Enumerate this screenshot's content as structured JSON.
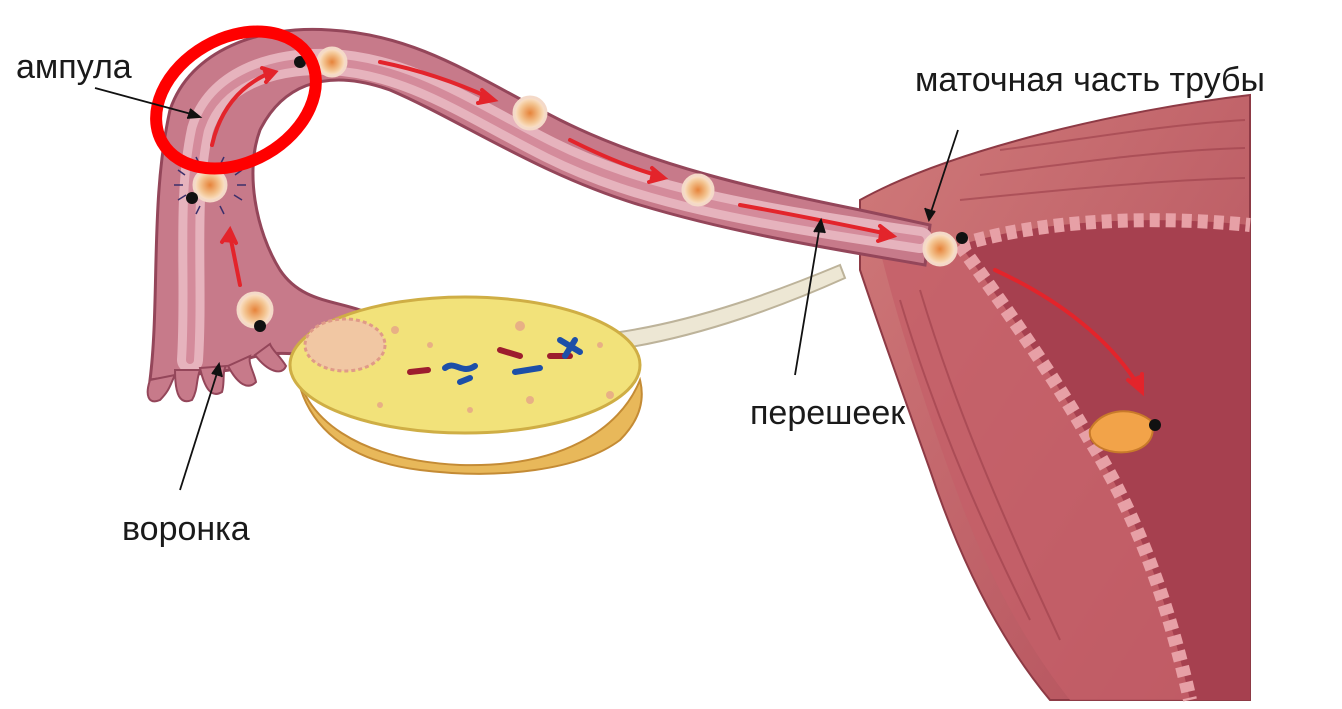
{
  "labels": {
    "ampulla": "ампула",
    "infundibulum": "воронка",
    "isthmus": "перешеек",
    "uterine_part": "маточная часть трубы"
  },
  "colors": {
    "background": "#ffffff",
    "tube_outer": "#b8647a",
    "tube_inner": "#d99aa6",
    "uterus_wall": "#c25a66",
    "uterus_cavity": "#a83e4e",
    "ovary": "#f2e27a",
    "ovary_base": "#e8b85a",
    "arrow": "#e3242b",
    "highlight": "#ff0000",
    "ligament": "#e8e2cf"
  },
  "icons": {
    "highlight": "red-ellipse-highlight",
    "arrows": "red-direction-arrows",
    "cells": "egg-cell-stages"
  }
}
